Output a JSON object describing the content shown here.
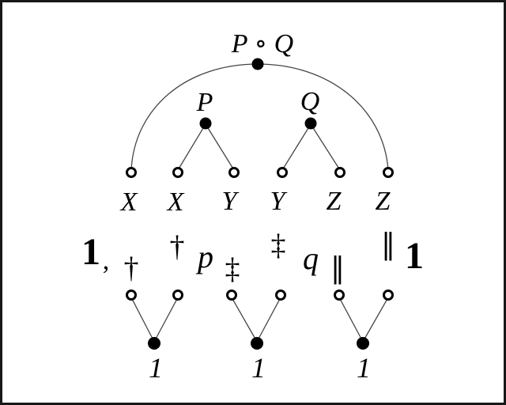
{
  "diagram": {
    "composite_label": "P ∘ Q",
    "left_span_label": "P",
    "right_span_label": "Q",
    "leaf_labels": [
      "X",
      "X",
      "Y",
      "Y",
      "Z",
      "Z"
    ],
    "symbol_row": {
      "left_unit": "1",
      "comma": ",",
      "left_marker": "†",
      "p_sup": "†",
      "p": "p",
      "p_sub": "‡",
      "q_sup": "‡",
      "q": "q",
      "q_sub": "‖",
      "right_marker": "‖",
      "right_unit": "1"
    },
    "unit_tree_labels": [
      "1",
      "1",
      "1"
    ],
    "colors": {
      "ink": "#000000",
      "edge": "#454545",
      "background": "#ffffff",
      "frame": "#181818"
    }
  }
}
